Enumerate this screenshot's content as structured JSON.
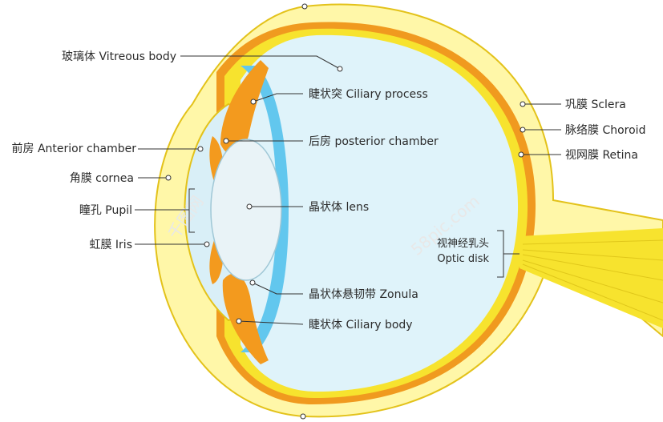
{
  "labels": {
    "vitreous_body": "玻璃体 Vitreous body",
    "ciliary_process": "睫状突 Ciliary process",
    "posterior_chamber": "后房 posterior chamber",
    "lens": "晶状体 lens",
    "zonula": "晶状体悬韧带 Zonula",
    "ciliary_body": "睫状体 Ciliary body",
    "anterior_chamber": "前房 Anterior chamber",
    "cornea": "角膜 cornea",
    "pupil": "瞳孔 Pupil",
    "iris": "虹膜 Iris",
    "sclera": "巩膜 Sclera",
    "choroid": "脉络膜 Choroid",
    "retina": "视网膜 Retina",
    "optic_disk_cn": "视神经乳头",
    "optic_disk_en": "Optic disk"
  },
  "watermarks": {
    "left": "千图网",
    "right": "58pic.com"
  },
  "colors": {
    "sclera": "#fff7a8",
    "sclera_outline": "#e3c21a",
    "choroid": "#f09a1f",
    "retina": "#f7e32e",
    "vitreous": "#dff3fa",
    "cornea_fill": "#d9eff7",
    "ciliary": "#f39a1e",
    "zonula": "#62c7ee",
    "lens": "#e9f3f7"
  }
}
